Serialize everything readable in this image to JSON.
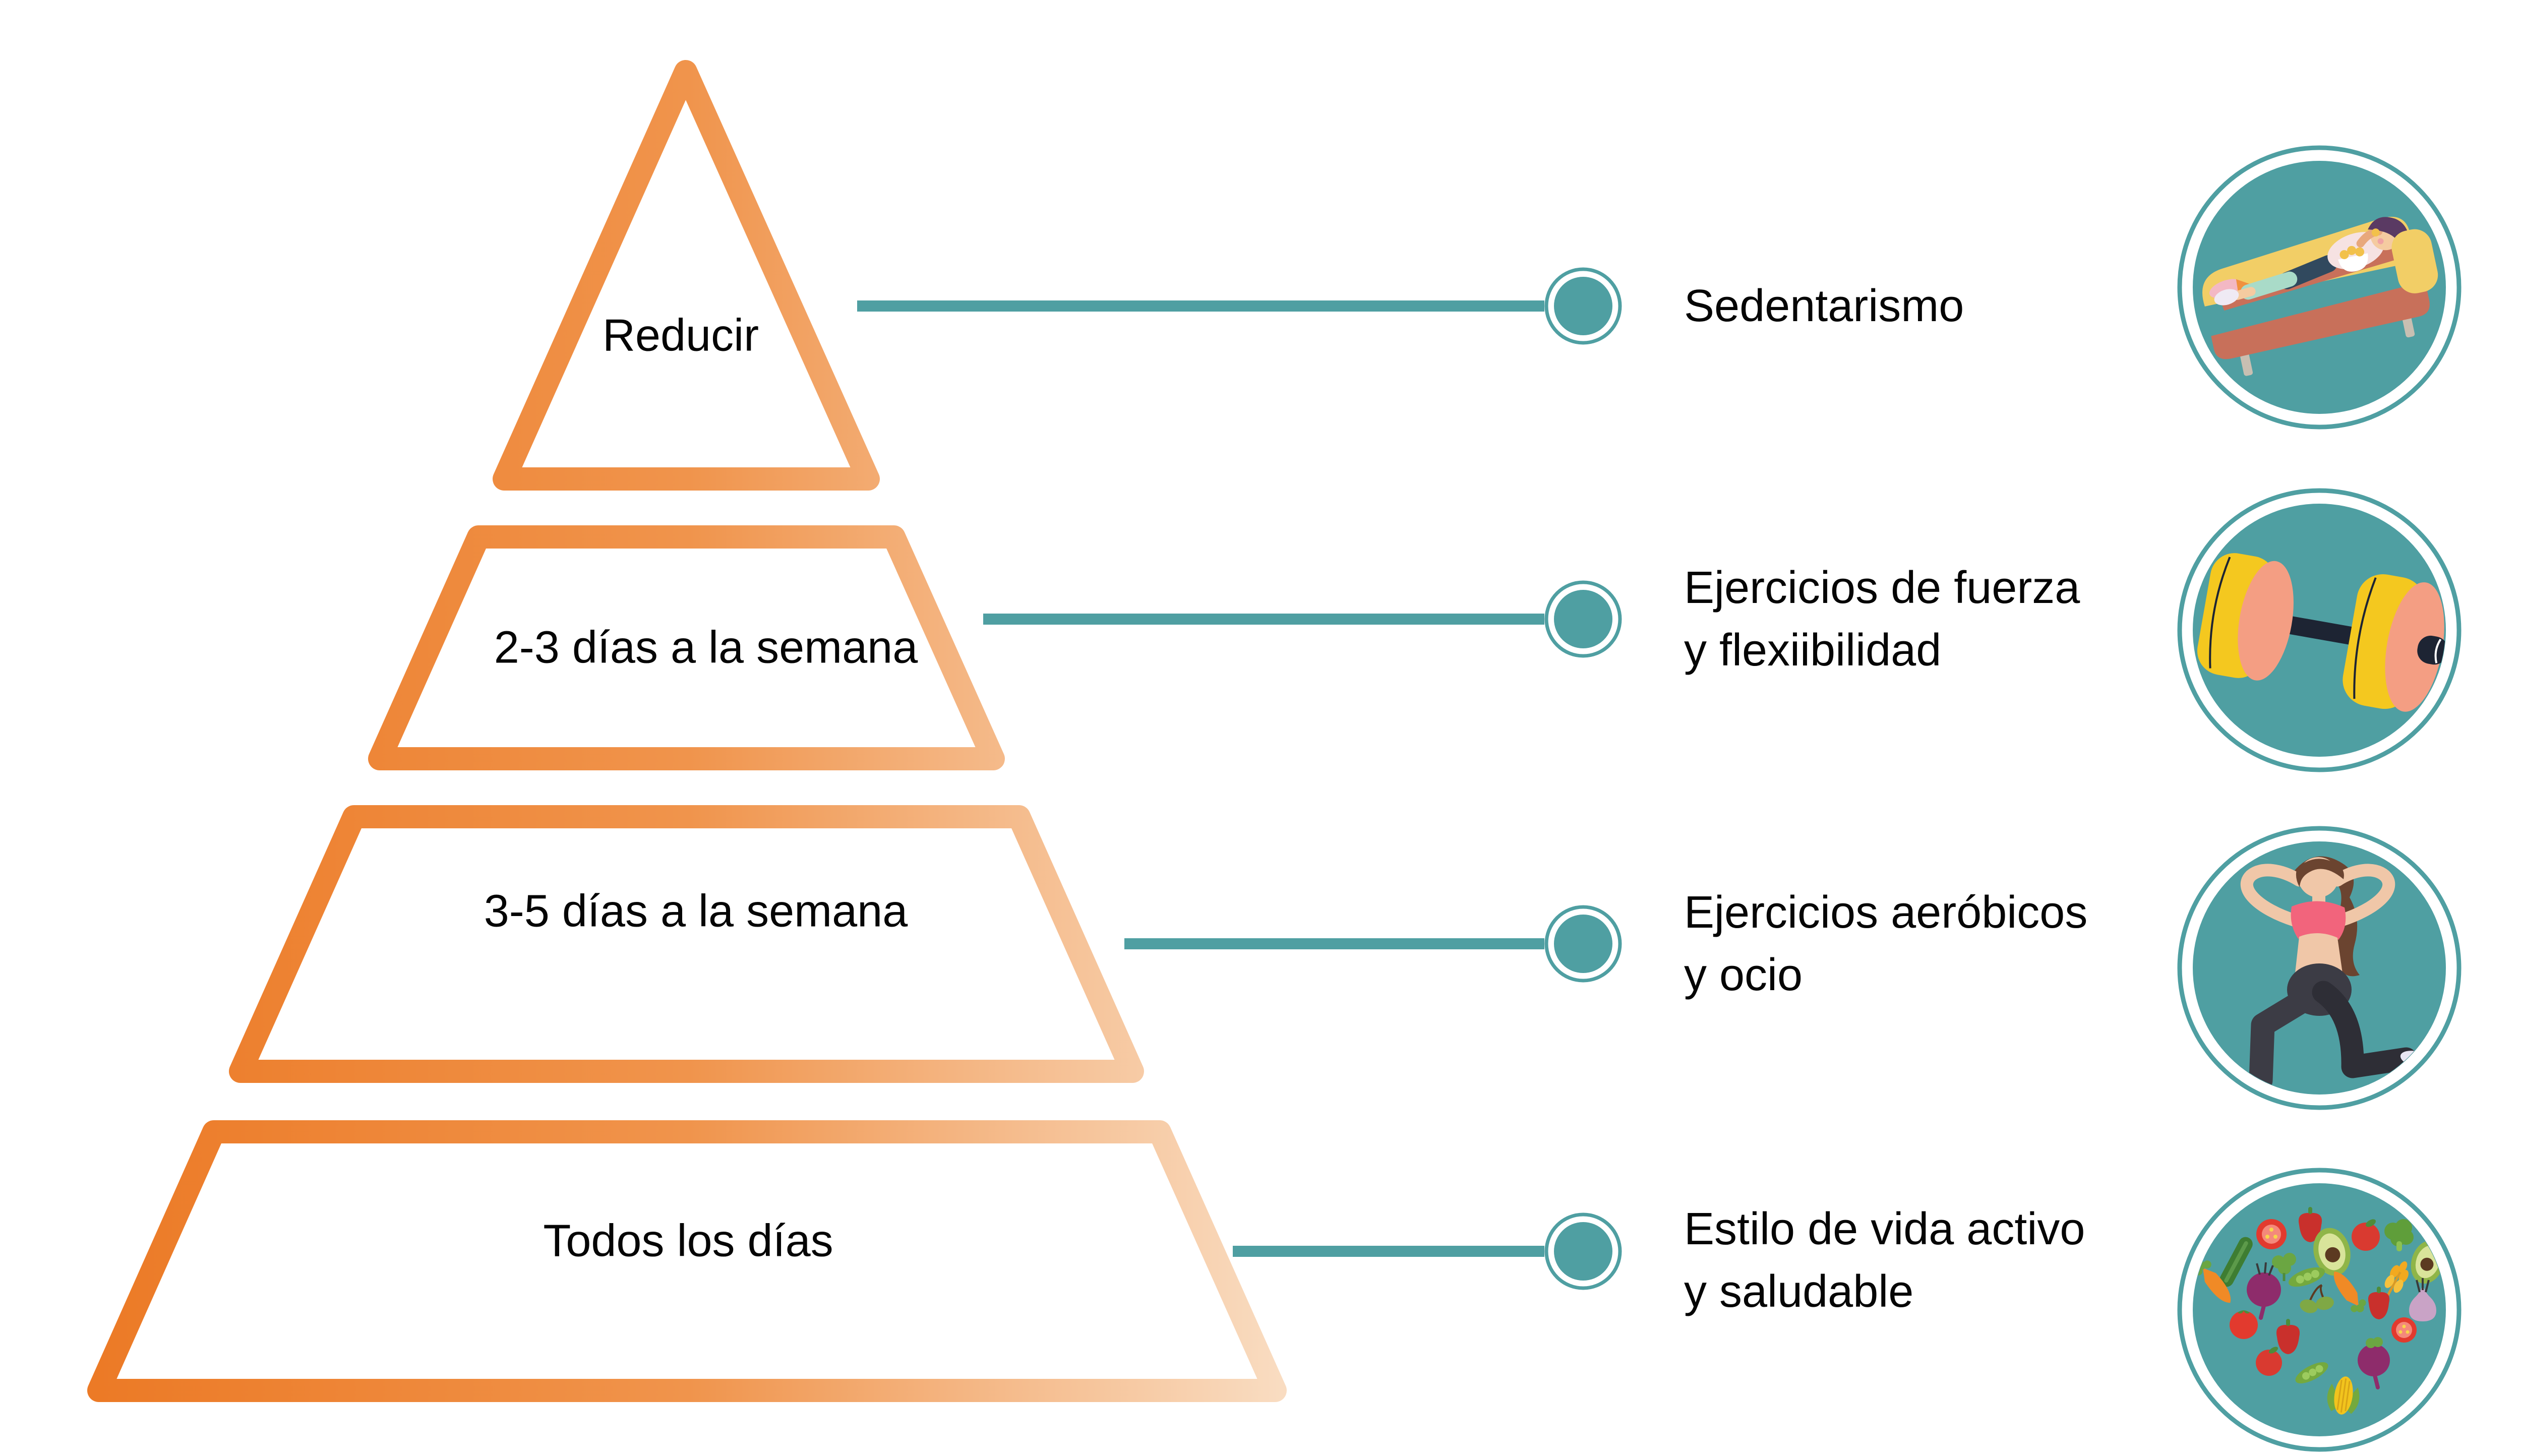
{
  "pyramid": {
    "levels": [
      {
        "label": "Reducir"
      },
      {
        "label": "2-3 días a la semana"
      },
      {
        "label": "3-5 días a la semana"
      },
      {
        "label": "Todos los días"
      }
    ]
  },
  "legend": {
    "items": [
      {
        "text": "Sedentarismo",
        "icon": "couch-sedentary-icon"
      },
      {
        "text": "Ejercicios de fuerza\ny flexiibilidad",
        "icon": "dumbbell-icon"
      },
      {
        "text": "Ejercicios aeróbicos\ny ocio",
        "icon": "lunge-exercise-icon"
      },
      {
        "text": "Estilo de vida activo\ny saludable",
        "icon": "vegetable-heart-icon"
      }
    ]
  },
  "colors": {
    "orange_dark": "#EC7A26",
    "orange_mid": "#F0944C",
    "orange_pale": "#F9DCC1",
    "teal": "#4F9FA2",
    "text": "#050505",
    "background": "#FFFFFF"
  }
}
